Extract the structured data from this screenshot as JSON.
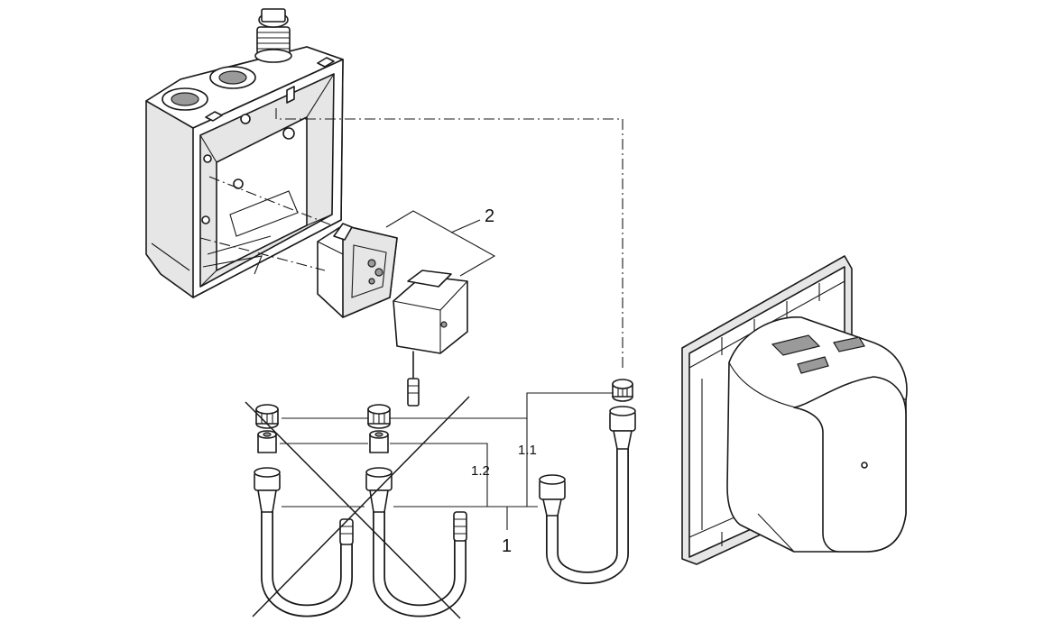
{
  "labels": {
    "part_1": "1",
    "part_1_1": "1.1",
    "part_1_2": "1.2",
    "part_2": "2"
  }
}
